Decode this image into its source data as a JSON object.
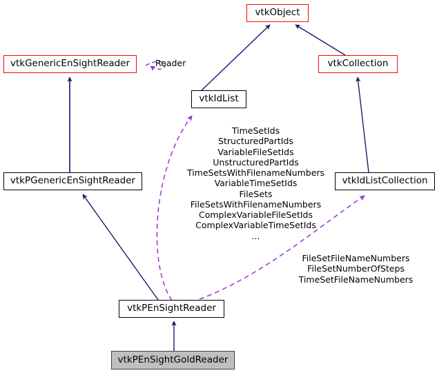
{
  "diagram": {
    "type": "uml-class-inheritance-collaboration",
    "title": "vtkPEnSightGoldReader collaboration diagram",
    "colors": {
      "base_class_border": "#ff0000",
      "plain_class_border": "#000000",
      "current_class_fill": "#bfbfbf",
      "current_class_border": "#404040",
      "inheritance_edge": "#191970",
      "association_edge": "#9a32cd",
      "background": "#ffffff",
      "text": "#000000"
    },
    "nodes": [
      {
        "id": "vtkObject",
        "label": "vtkObject",
        "style": "red"
      },
      {
        "id": "vtkGenericEnSightReader",
        "label": "vtkGenericEnSightReader",
        "style": "red"
      },
      {
        "id": "vtkCollection",
        "label": "vtkCollection",
        "style": "red"
      },
      {
        "id": "vtkIdList",
        "label": "vtkIdList",
        "style": "plain"
      },
      {
        "id": "vtkPGenericEnSightReader",
        "label": "vtkPGenericEnSightReader",
        "style": "plain"
      },
      {
        "id": "vtkIdListCollection",
        "label": "vtkIdListCollection",
        "style": "plain"
      },
      {
        "id": "vtkPEnSightReader",
        "label": "vtkPEnSightReader",
        "style": "plain"
      },
      {
        "id": "vtkPEnSightGoldReader",
        "label": "vtkPEnSightGoldReader",
        "style": "current"
      }
    ],
    "inheritance_edges": [
      {
        "from": "vtkGenericEnSightReader",
        "to": "vtkObject"
      },
      {
        "from": "vtkIdList",
        "to": "vtkObject"
      },
      {
        "from": "vtkCollection",
        "to": "vtkObject"
      },
      {
        "from": "vtkPGenericEnSightReader",
        "to": "vtkGenericEnSightReader"
      },
      {
        "from": "vtkIdListCollection",
        "to": "vtkCollection"
      },
      {
        "from": "vtkPEnSightReader",
        "to": "vtkPGenericEnSightReader"
      },
      {
        "from": "vtkPEnSightGoldReader",
        "to": "vtkPEnSightReader"
      }
    ],
    "association_edges": [
      {
        "from": "vtkGenericEnSightReader",
        "to": "vtkGenericEnSightReader",
        "kind": "self-loop",
        "label": "Reader"
      },
      {
        "from": "vtkPEnSightReader",
        "to": "vtkIdList",
        "kind": "curved-dashed",
        "label": "TimeSetIds\nStructuredPartIds\nVariableFileSetIds\nUnstructuredPartIds\nTimeSetsWithFilenameNumbers\nVariableTimeSetIds\nFileSets\nFileSetsWithFilenameNumbers\nComplexVariableFileSetIds\nComplexVariableTimeSetIds\n..."
      },
      {
        "from": "vtkPEnSightReader",
        "to": "vtkIdListCollection",
        "kind": "straight-dashed",
        "label": "FileSetFileNameNumbers\nFileSetNumberOfSteps\nTimeSetFileNameNumbers"
      }
    ],
    "labels": {
      "reader": "Reader",
      "idlist_members": [
        "TimeSetIds",
        "StructuredPartIds",
        "VariableFileSetIds",
        "UnstructuredPartIds",
        "TimeSetsWithFilenameNumbers",
        "VariableTimeSetIds",
        "FileSets",
        "FileSetsWithFilenameNumbers",
        "ComplexVariableFileSetIds",
        "ComplexVariableTimeSetIds",
        "..."
      ],
      "idlistcollection_members": [
        "FileSetFileNameNumbers",
        "FileSetNumberOfSteps",
        "TimeSetFileNameNumbers"
      ]
    }
  }
}
